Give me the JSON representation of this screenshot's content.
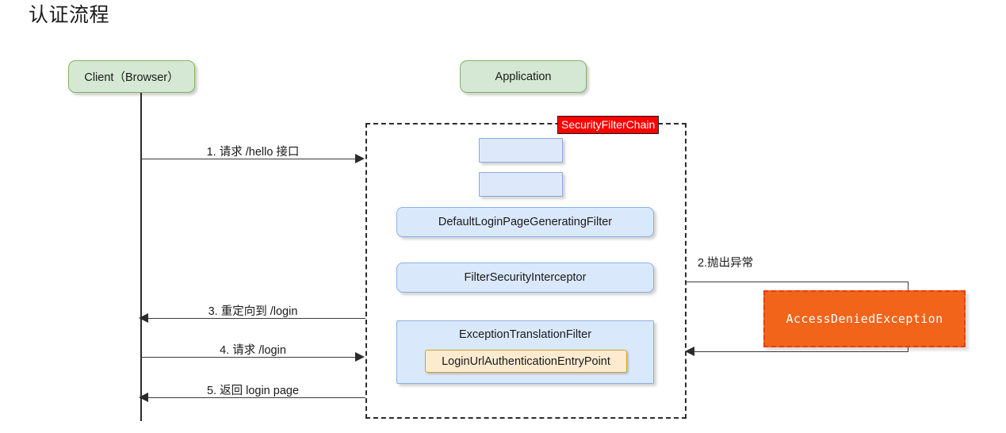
{
  "page": {
    "title": "认证流程"
  },
  "actors": {
    "client": {
      "label": "Client（Browser）"
    },
    "application": {
      "label": "Application"
    }
  },
  "filter_chain": {
    "label": "SecurityFilterChain",
    "label_color": "#fd0000",
    "border_style": "dashed",
    "filters": [
      {
        "label": "",
        "empty": true
      },
      {
        "label": "",
        "empty": true
      },
      {
        "label": "DefaultLoginPageGeneratingFilter",
        "empty": false
      },
      {
        "label": "FilterSecurityInterceptor",
        "empty": false
      },
      {
        "label": "ExceptionTranslationFilter",
        "empty": false
      }
    ],
    "nested": {
      "label": "LoginUrlAuthenticationEntryPoint",
      "fill": "#fdebd0",
      "border": "#d6a02a"
    }
  },
  "exception": {
    "label": "AccessDeniedException",
    "fill": "#f26419",
    "border": "#e83b10",
    "text_color": "#ffffff"
  },
  "messages": [
    {
      "id": 1,
      "label": "1. 请求 /hello 接口",
      "direction": "right"
    },
    {
      "id": 2,
      "label": "2.抛出异常",
      "direction": "loop-right"
    },
    {
      "id": 3,
      "label": "3. 重定向到 /login",
      "direction": "left"
    },
    {
      "id": 4,
      "label": "4. 请求 /login",
      "direction": "right"
    },
    {
      "id": 5,
      "label": "5. 返回 login page",
      "direction": "left"
    }
  ]
}
